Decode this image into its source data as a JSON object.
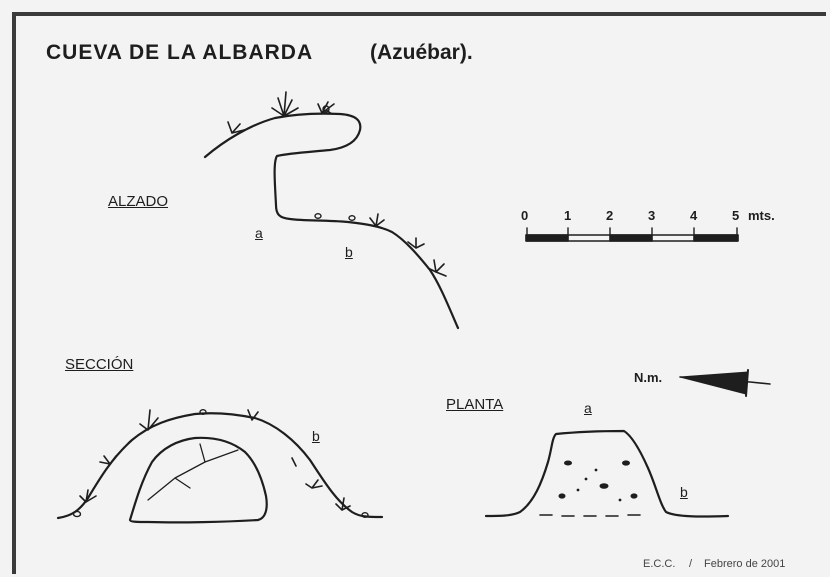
{
  "title": "CUEVA DE LA ALBARDA",
  "subtitle": "(Azuébar).",
  "views": {
    "alzado": "ALZADO",
    "seccion": "SECCIÓN",
    "planta": "PLANTA"
  },
  "points": {
    "a": "a",
    "b": "b"
  },
  "scale": {
    "ticks": [
      "0",
      "1",
      "2",
      "3",
      "4",
      "5"
    ],
    "unit": "mts."
  },
  "north": {
    "label": "N.m."
  },
  "credit": {
    "author": "E.C.C.",
    "separator": "/",
    "date": "Febrero de 2001"
  },
  "colors": {
    "ink": "#1e1e1e",
    "paper": "#f3f3f3",
    "frame": "#3a3a3a"
  }
}
